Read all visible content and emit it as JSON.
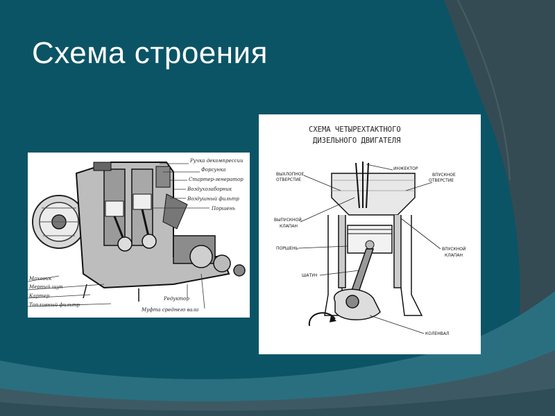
{
  "slide": {
    "title": "Схема строения"
  },
  "left_diagram": {
    "labels_right": [
      "Ручка декомпрессии",
      "Форсунка",
      "Стартер-генератор",
      "Воздухозаборник",
      "Воздушный фильтр",
      "Поршень"
    ],
    "labels_left": [
      "Маховик",
      "Мерный щуп",
      "Картер",
      "Топливный фильтр"
    ],
    "labels_bottom": [
      "Редуктор",
      "Муфта среднего вала"
    ]
  },
  "right_diagram": {
    "title_line1": "СХЕМА ЧЕТЫРЕХТАКТНОГО",
    "title_line2": "ДИЗЕЛЬНОГО ДВИГАТЕЛЯ",
    "labels": {
      "injector": "ИНЖЕКТОР",
      "exhaust_port_1": "ВЫХЛОПНОЕ",
      "exhaust_port_2": "ОТВЕРСТИЕ",
      "intake_port_1": "ВПУСКНОЕ",
      "intake_port_2": "ОТВЕРСТИЕ",
      "exhaust_valve_1": "ВЫПУСКНОЙ",
      "exhaust_valve_2": "КЛАПАН",
      "piston": "ПОРШЕНЬ",
      "intake_valve_1": "ВПУСКНОЙ",
      "intake_valve_2": "КЛАПАН",
      "rod": "ШАТУН",
      "crankshaft": "КОЛЕНВАЛ"
    }
  },
  "colors": {
    "background": "#0b5466",
    "title": "#ffffff",
    "panel": "#ffffff"
  }
}
